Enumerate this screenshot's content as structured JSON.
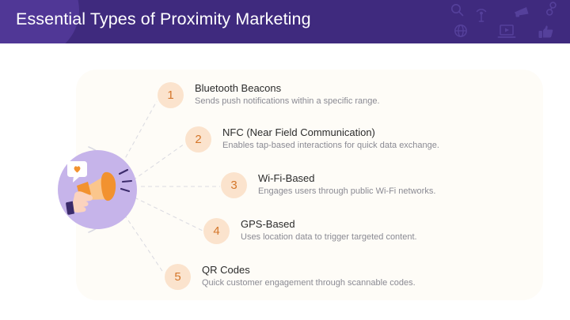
{
  "header": {
    "title": "Essential Types of Proximity Marketing",
    "bg_color": "#3F2A7E",
    "blob_color": "#53399A",
    "title_color": "#FFFFFF",
    "icons": [
      {
        "name": "search-icon",
        "label": "Search"
      },
      {
        "name": "signal-tower-icon",
        "label": "Signal Tower"
      },
      {
        "name": "megaphone-icon",
        "label": "Megaphone"
      },
      {
        "name": "link-icon",
        "label": "Link"
      },
      {
        "name": "globe-icon",
        "label": "Globe"
      },
      {
        "name": "video-player-icon",
        "label": "Video Player"
      },
      {
        "name": "thumbs-up-icon",
        "label": "Thumbs Up"
      }
    ]
  },
  "illustration": {
    "circle_color": "#C6B4EA",
    "megaphone_color": "#F2922F",
    "megaphone_body_color": "#FBC68C",
    "hand_color": "#FBD3BE",
    "sleeve_color": "#3B2B6B",
    "heart_color": "#F2922F",
    "bubble_color": "#FFFFFF",
    "arc_color": "#D9D9E2",
    "alt": "Hand holding a megaphone with a heart speech bubble"
  },
  "theme": {
    "panel_color": "#FEFCF7",
    "number_badge_bg": "#FBE3CD",
    "number_badge_text": "#D4762A",
    "title_text_color": "#2B2B2B",
    "desc_text_color": "#8A8A93",
    "connector_color": "#DCDCE2"
  },
  "items": [
    {
      "number": "1",
      "title": "Bluetooth Beacons",
      "description": "Sends push notifications within a specific range."
    },
    {
      "number": "2",
      "title": "NFC (Near Field Communication)",
      "description": "Enables tap-based interactions for quick data exchange."
    },
    {
      "number": "3",
      "title": "Wi-Fi-Based",
      "description": "Engages users through public Wi-Fi networks."
    },
    {
      "number": "4",
      "title": "GPS-Based",
      "description": "Uses location data to trigger targeted content."
    },
    {
      "number": "5",
      "title": "QR Codes",
      "description": "Quick customer engagement through scannable codes."
    }
  ]
}
